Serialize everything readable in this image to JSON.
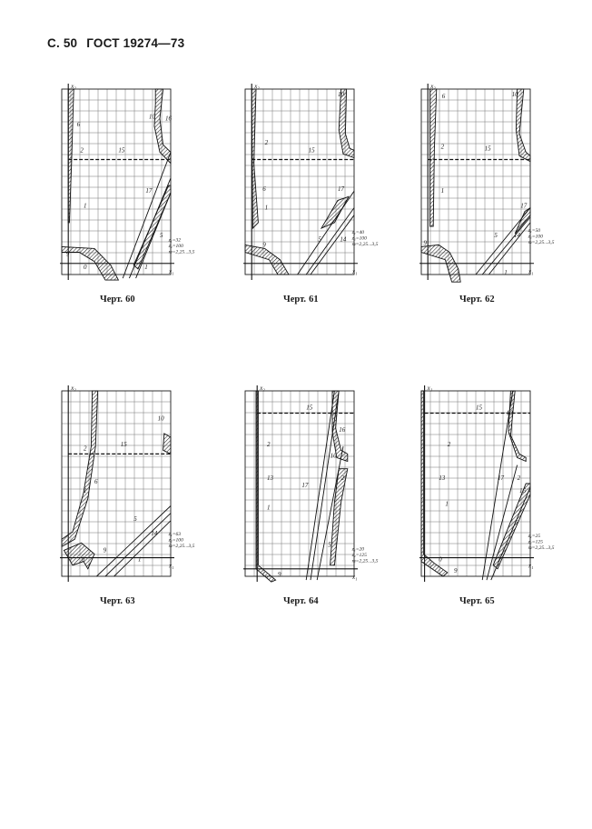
{
  "page_header": {
    "page_label": "С. 50",
    "standard": "ГОСТ 19274—73"
  },
  "figures": [
    {
      "caption_word": "Черт.",
      "caption_number": "60",
      "axis_labels": {
        "vertical": "x₂",
        "horizontal": "x₁"
      },
      "curve_labels": {
        "c6": "6",
        "c2": "2",
        "c15": "15",
        "c10": "10",
        "c16": "16",
        "c1": "1",
        "c17": "17",
        "c5": "5",
        "c9": "9",
        "c0": "0",
        "c1b": "1"
      },
      "params": [
        "z₁=32",
        "z₂=100",
        "m=2,25...3,5"
      ]
    },
    {
      "caption_word": "Черт.",
      "caption_number": "61",
      "axis_labels": {
        "vertical": "x₂",
        "horizontal": "x₁"
      },
      "curve_labels": {
        "c10": "10",
        "c2": "2",
        "c15": "15",
        "c6": "6",
        "c1": "1",
        "c17": "17",
        "c9": "9",
        "c5": "5",
        "c14": "14"
      },
      "params": [
        "z₁=40",
        "z₂=100",
        "m=2,25...3,5"
      ]
    },
    {
      "caption_word": "Черт.",
      "caption_number": "62",
      "axis_labels": {
        "vertical": "x₂",
        "horizontal": "x₁"
      },
      "curve_labels": {
        "c6": "6",
        "c10": "10",
        "c15": "15",
        "c2": "2",
        "c1": "1",
        "c17": "17",
        "c9": "9",
        "c5": "5",
        "c14": "14",
        "c1b": "1"
      },
      "params": [
        "z₁=50",
        "z₂=100",
        "m=2,25...3,5"
      ]
    },
    {
      "caption_word": "Черт.",
      "caption_number": "63",
      "axis_labels": {
        "vertical": "x₂",
        "horizontal": "x₁"
      },
      "curve_labels": {
        "c10": "10",
        "c2": "2",
        "c15": "15",
        "c6": "6",
        "c1": "1",
        "c5": "5",
        "c14": "14",
        "c9": "9",
        "c0": "0",
        "c1b": "1"
      },
      "params": [
        "z₁=63",
        "z₂=100",
        "m=2,25...3,5"
      ]
    },
    {
      "caption_word": "Черт.",
      "caption_number": "64",
      "axis_labels": {
        "vertical": "x₂",
        "horizontal": "x₁"
      },
      "curve_labels": {
        "c15": "15",
        "c16": "16",
        "c2": "2",
        "c10": "10",
        "c13": "13",
        "c17": "17",
        "c2b": "2",
        "c1": "1",
        "c5": "5",
        "c9": "9"
      },
      "params": [
        "z₁=20",
        "z₂=125",
        "m=2,25...3,5"
      ]
    },
    {
      "caption_word": "Черт.",
      "caption_number": "65",
      "axis_labels": {
        "vertical": "x₂",
        "horizontal": "x₁"
      },
      "curve_labels": {
        "c15": "15",
        "c10": "10",
        "c2": "2",
        "c13": "13",
        "c17": "17",
        "c2b": "2",
        "c16": "16",
        "c1": "1",
        "c5": "5",
        "c0": "0",
        "c9": "9",
        "c1b": "1"
      },
      "params": [
        "z₁=25",
        "z₂=125",
        "m=2,25...3,5"
      ]
    }
  ]
}
